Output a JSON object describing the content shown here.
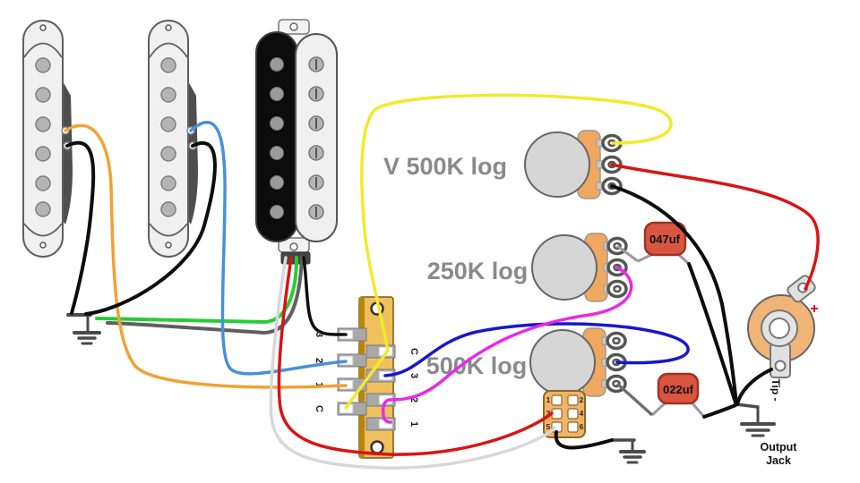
{
  "labels": {
    "volume_pot": "V 500K log",
    "tone_pot_250k": "250K log",
    "tone_pot_500k": "500K log",
    "cap_047": "047uf",
    "cap_022": "022uf",
    "jack_plus": "+",
    "jack_tip": "Tip -",
    "output_jack_line1": "Output",
    "output_jack_line2": "Jack"
  },
  "selector_switch": {
    "left_lugs": [
      "3",
      "2",
      "1",
      "C"
    ],
    "right_lugs": [
      "C",
      "3",
      "2",
      "1"
    ]
  },
  "connector_block": {
    "holes": [
      "1",
      "2",
      "3",
      "4",
      "5",
      "6"
    ]
  },
  "wire_colors": {
    "orange": "#f0a232",
    "black": "#0d0d0d",
    "light_blue": "#4a8fd9",
    "dark_blue": "#1717cc",
    "green": "#28cc35",
    "shield_gray": "#5f5f5f",
    "white": "#d8d8d8",
    "yellow": "#f2ea2a",
    "magenta": "#e82ae8",
    "red": "#d91414",
    "lead_gray": "#9a9a9a"
  },
  "component_colors": {
    "pot_body": "#d6d6d6",
    "pot_casing": "#f0a860",
    "capacitor": "#d95540",
    "switch_body": "#efc05e",
    "switch_edge": "#b8860b",
    "block_body": "#f3b269",
    "jack_body": "#f0b478",
    "pickup_cover": "#f0f0f0",
    "pickup_shadow": "#4e4e4e",
    "humbucker_coil": "#0c0c0c",
    "label_gray": "#8a8a8a",
    "ground": "#4a4a4a",
    "plus_red": "#e00000"
  }
}
